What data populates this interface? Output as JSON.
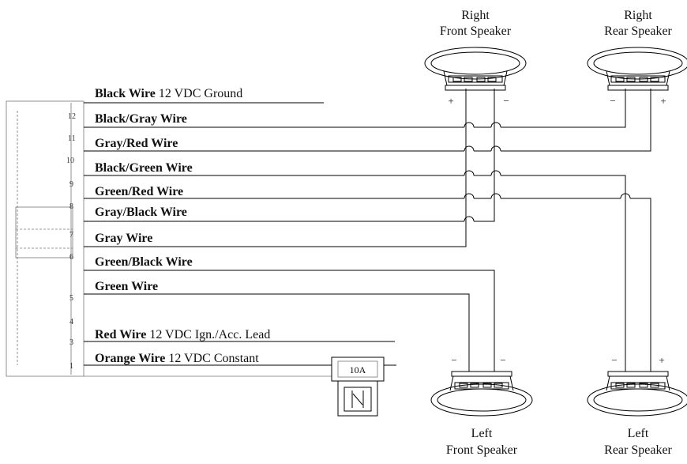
{
  "wires": [
    {
      "pin": "",
      "name": "Black Wire",
      "desc": " 12 VDC Ground"
    },
    {
      "pin": "12",
      "name": "Black/Gray Wire",
      "desc": ""
    },
    {
      "pin": "11",
      "name": "Gray/Red Wire",
      "desc": ""
    },
    {
      "pin": "10",
      "name": "Black/Green Wire",
      "desc": ""
    },
    {
      "pin": "9",
      "name": "Green/Red Wire",
      "desc": ""
    },
    {
      "pin": "8",
      "name": "Gray/Black Wire",
      "desc": ""
    },
    {
      "pin": "7",
      "name": "Gray Wire",
      "desc": ""
    },
    {
      "pin": "6",
      "name": "Green/Black Wire",
      "desc": ""
    },
    {
      "pin": "5",
      "name": "Green Wire",
      "desc": ""
    },
    {
      "pin": "4",
      "name": "Red Wire",
      "desc": " 12 VDC Ign./Acc. Lead"
    },
    {
      "pin": "3",
      "name": "Orange Wire",
      "desc": " 12 VDC Constant"
    },
    {
      "pin": "1",
      "name": "",
      "desc": ""
    }
  ],
  "speakers": {
    "right_front": {
      "line1": "Right",
      "line2": "Front Speaker",
      "pos": "+",
      "neg": "−"
    },
    "right_rear": {
      "line1": "Right",
      "line2": "Rear Speaker",
      "pos": "+",
      "neg": "−"
    },
    "left_front": {
      "line1": "Left",
      "line2": "Front Speaker",
      "pos": "−",
      "neg": "−"
    },
    "left_rear": {
      "line1": "Left",
      "line2": "Rear Speaker",
      "pos": "+",
      "neg": "−"
    }
  },
  "fuse": {
    "label": "10A"
  }
}
